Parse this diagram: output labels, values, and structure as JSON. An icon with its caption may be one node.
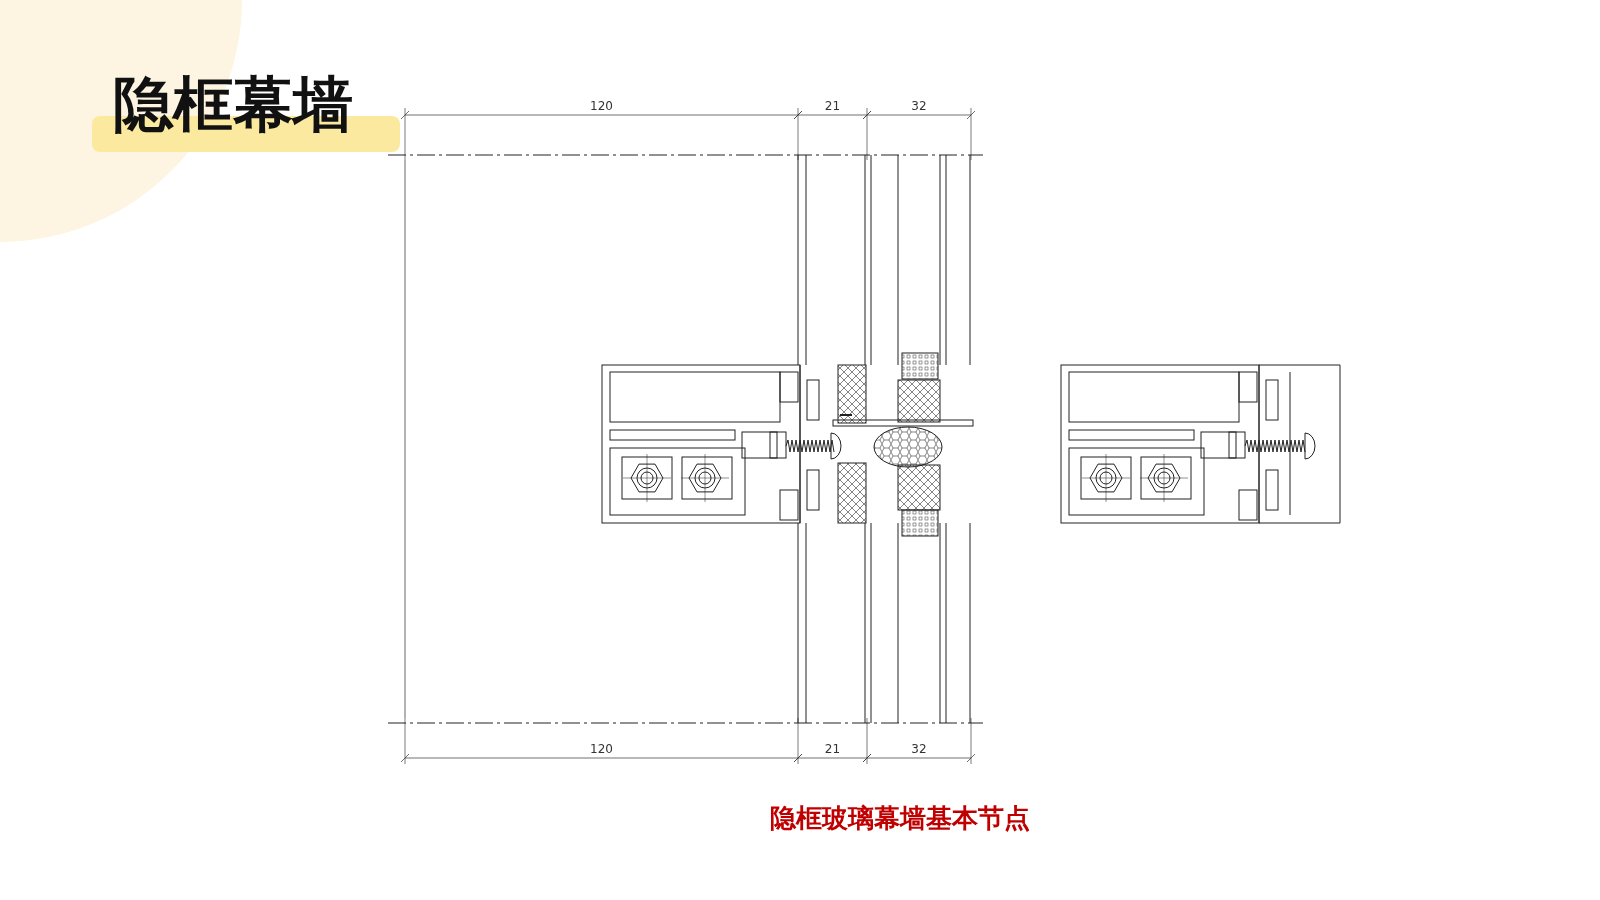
{
  "diagram": {
    "title": "隐框幕墙",
    "caption": "隐框玻璃幕墙基本节点",
    "labels": [
      "120",
      "21",
      "32",
      "120",
      "21",
      "32"
    ]
  }
}
